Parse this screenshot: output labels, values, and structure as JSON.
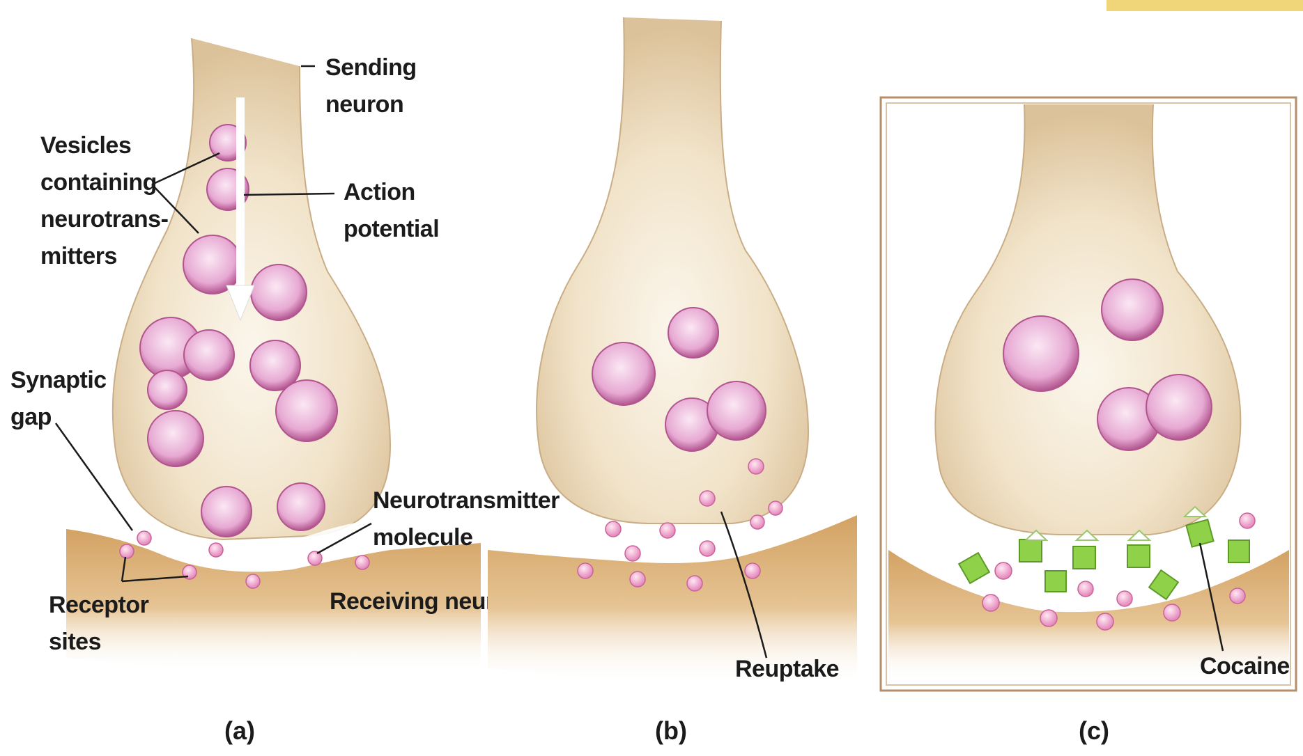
{
  "panels": {
    "a": {
      "caption": "(a)",
      "labels": {
        "sending_neuron": [
          "Sending",
          "neuron"
        ],
        "vesicles": [
          "Vesicles",
          "containing",
          "neurotrans-",
          "mitters"
        ],
        "action_potential": [
          "Action",
          "potential"
        ],
        "synaptic_gap": [
          "Synaptic",
          "gap"
        ],
        "neurotransmitter_molecule": [
          "Neurotransmitter",
          "molecule"
        ],
        "receptor_sites": [
          "Receptor",
          "sites"
        ],
        "receiving_neuron": "Receiving neuron"
      }
    },
    "b": {
      "caption": "(b)",
      "labels": {
        "reuptake": "Reuptake"
      }
    },
    "c": {
      "caption": "(c)",
      "labels": {
        "cocaine": "Cocaine"
      }
    }
  },
  "colors": {
    "neuron_fill": "#efe0c6",
    "neuron_edge": "#c9ad86",
    "receiving_fill": "#d9ae74",
    "vesicle": "#e7a9d3",
    "vesicle_edge": "#b2558f",
    "molecule": "#f3b6d6",
    "cocaine": "#8fd24a",
    "accent_bar": "#f0d678"
  }
}
